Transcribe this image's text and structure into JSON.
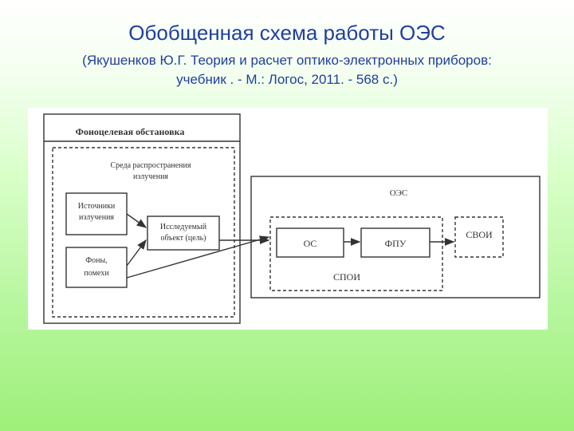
{
  "title": "Обобщенная схема работы ОЭС",
  "subtitle_line1": "(Якушенков Ю.Г. Теория и расчет оптико-электронных приборов:",
  "subtitle_line2": "учебник . - М.: Логос, 2011. - 568 с.)",
  "diagram": {
    "background_label": "Фоноцелевая обстановка",
    "medium_label_line1": "Среда распространения",
    "medium_label_line2": "излучения",
    "sources_line1": "Источники",
    "sources_line2": "излучения",
    "backgrounds_line1": "Фоны,",
    "backgrounds_line2": "помехи",
    "object_line1": "Исследуемый",
    "object_line2": "объект (цель)",
    "oes_label": "ОЭС",
    "os_label": "ОС",
    "fpu_label": "ФПУ",
    "spoi_label": "СПОИ",
    "svoi_label": "СВОИ"
  },
  "colors": {
    "title": "#1f3f9f",
    "diagram_lines": "#333333",
    "background_top": "#ffffff",
    "background_bottom": "#9ef07a"
  }
}
